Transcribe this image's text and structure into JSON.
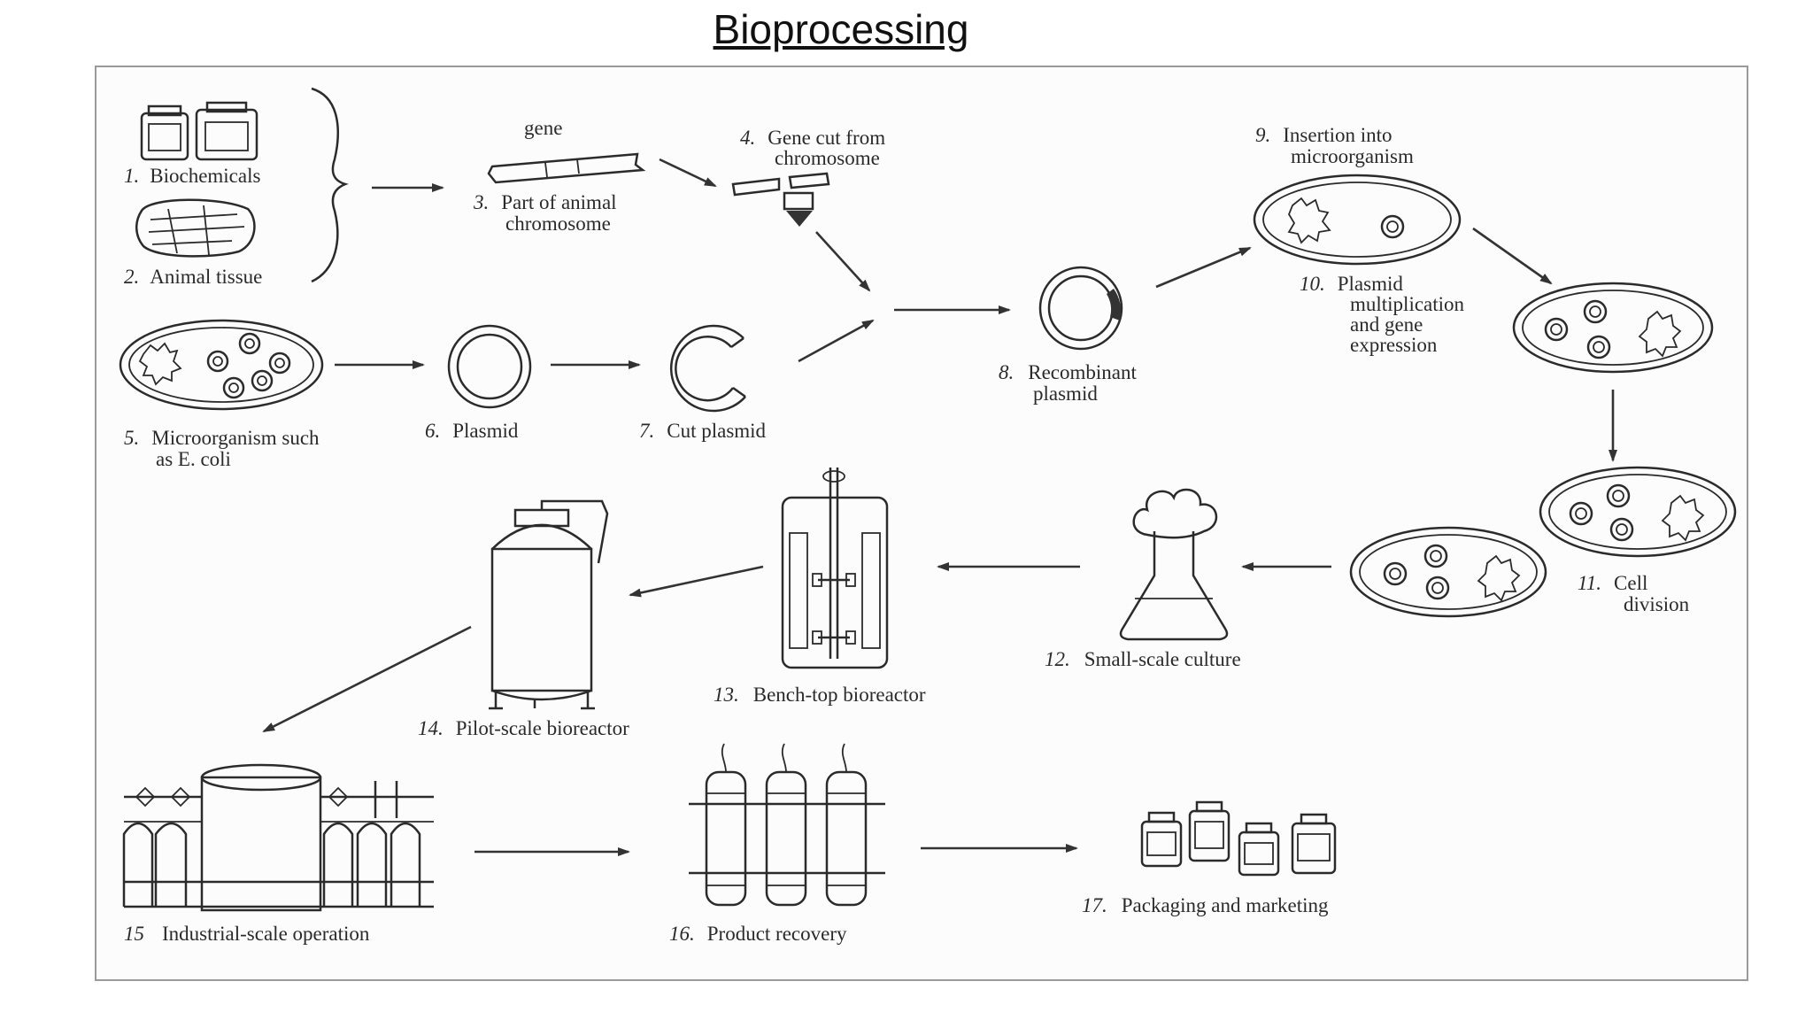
{
  "title": "Bioprocessing",
  "steps": {
    "s1": {
      "num": "1.",
      "label": "Biochemicals"
    },
    "s2": {
      "num": "2.",
      "label": "Animal tissue"
    },
    "s3": {
      "num": "3.",
      "label1": "Part of animal",
      "label2": "chromosome",
      "gene": "gene"
    },
    "s4": {
      "num": "4.",
      "label1": "Gene cut from",
      "label2": "chromosome"
    },
    "s5": {
      "num": "5.",
      "label1": "Microorganism such",
      "label2": "as E. coli"
    },
    "s6": {
      "num": "6.",
      "label": "Plasmid"
    },
    "s7": {
      "num": "7.",
      "label": "Cut plasmid"
    },
    "s8": {
      "num": "8.",
      "label1": "Recombinant",
      "label2": "plasmid"
    },
    "s9": {
      "num": "9.",
      "label1": "Insertion into",
      "label2": "microorganism"
    },
    "s10": {
      "num": "10.",
      "label1": "Plasmid",
      "label2": "multiplication",
      "label3": "and gene",
      "label4": "expression"
    },
    "s11": {
      "num": "11.",
      "label1": "Cell",
      "label2": "division"
    },
    "s12": {
      "num": "12.",
      "label": "Small-scale culture"
    },
    "s13": {
      "num": "13.",
      "label": "Bench-top bioreactor"
    },
    "s14": {
      "num": "14.",
      "label": "Pilot-scale bioreactor"
    },
    "s15": {
      "num": "15",
      "label": "Industrial-scale operation"
    },
    "s16": {
      "num": "16.",
      "label": "Product recovery"
    },
    "s17": {
      "num": "17.",
      "label": "Packaging and marketing"
    }
  }
}
